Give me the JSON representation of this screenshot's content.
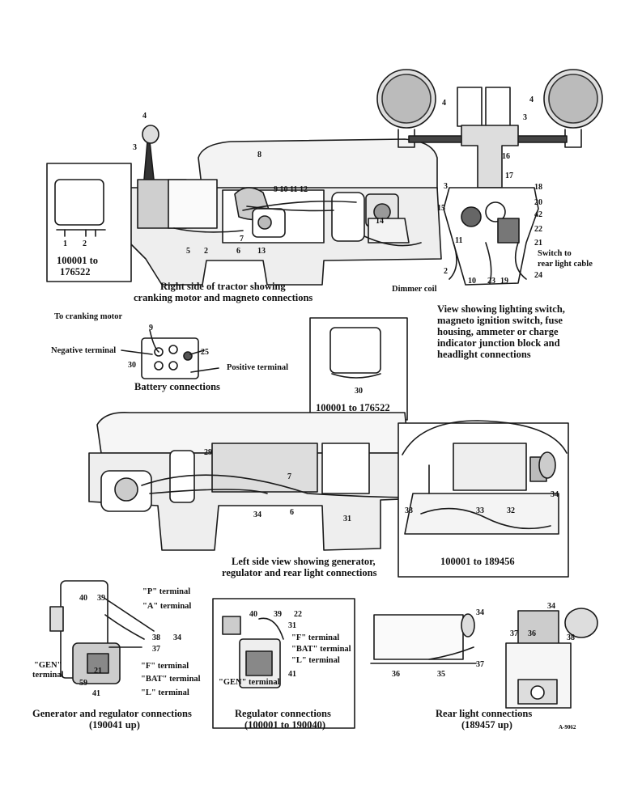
{
  "captions": {
    "right_side_1": "Right side of tractor showing",
    "right_side_2": "cranking motor and magneto connections",
    "lighting_1": "View showing lighting switch,",
    "lighting_2": "magneto ignition switch, fuse",
    "lighting_3": "housing, ammeter or charge",
    "lighting_4": "indicator junction block and",
    "lighting_5": "headlight connections",
    "battery": "Battery connections",
    "left_side_1": "Left side view showing generator,",
    "left_side_2": "regulator and rear light connections",
    "gen_reg_1": "Generator and regulator connections",
    "gen_reg_2": "(190041 up)",
    "reg_1": "Regulator connections",
    "reg_2": "(100001 to 190040)",
    "rear_1": "Rear light connections",
    "rear_2": "(189457 up)"
  },
  "serials": {
    "inset_top_1": "100001 to",
    "inset_top_2": "176522",
    "inset_battery": "100001 to 176522",
    "inset_left": "100001 to 189456"
  },
  "labels": {
    "dimmer_coil": "Dimmer coil",
    "switch_to_1": "Switch to",
    "switch_to_2": "rear light cable",
    "to_cranking_motor": "To cranking motor",
    "negative_terminal": "Negative terminal",
    "positive_terminal": "Positive terminal",
    "p_terminal": "\"P\" terminal",
    "a_terminal": "\"A\" terminal",
    "gen": "\"GEN\"",
    "terminal": "terminal",
    "f_terminal": "\"F\" terminal",
    "bat_terminal": "\"BAT\" terminal",
    "l_terminal": "\"L\" terminal",
    "gen_terminal": "\"GEN\" terminal",
    "drawing_no": "A-9062"
  },
  "callouts": {
    "n1": "1",
    "n2": "2",
    "n3": "3",
    "n4": "4",
    "n5": "5",
    "n6": "6",
    "n7": "7",
    "n8": "8",
    "n9": "9",
    "n10": "10",
    "n11": "11",
    "n12": "12",
    "n13": "13",
    "n14": "14",
    "n15": "15",
    "n16": "16",
    "n17": "17",
    "n18": "18",
    "n19": "19",
    "n20": "20",
    "n21": "21",
    "n22": "22",
    "n23": "23",
    "n24": "24",
    "n25": "25",
    "n29": "29",
    "n30": "30",
    "n31": "31",
    "n32": "32",
    "n33": "33",
    "n34": "34",
    "n35": "35",
    "n36": "36",
    "n37": "37",
    "n38": "38",
    "n39": "39",
    "n40": "40",
    "n41": "41",
    "n42": "42",
    "n59": "59",
    "n10_11_12": "9 10 11 12"
  }
}
